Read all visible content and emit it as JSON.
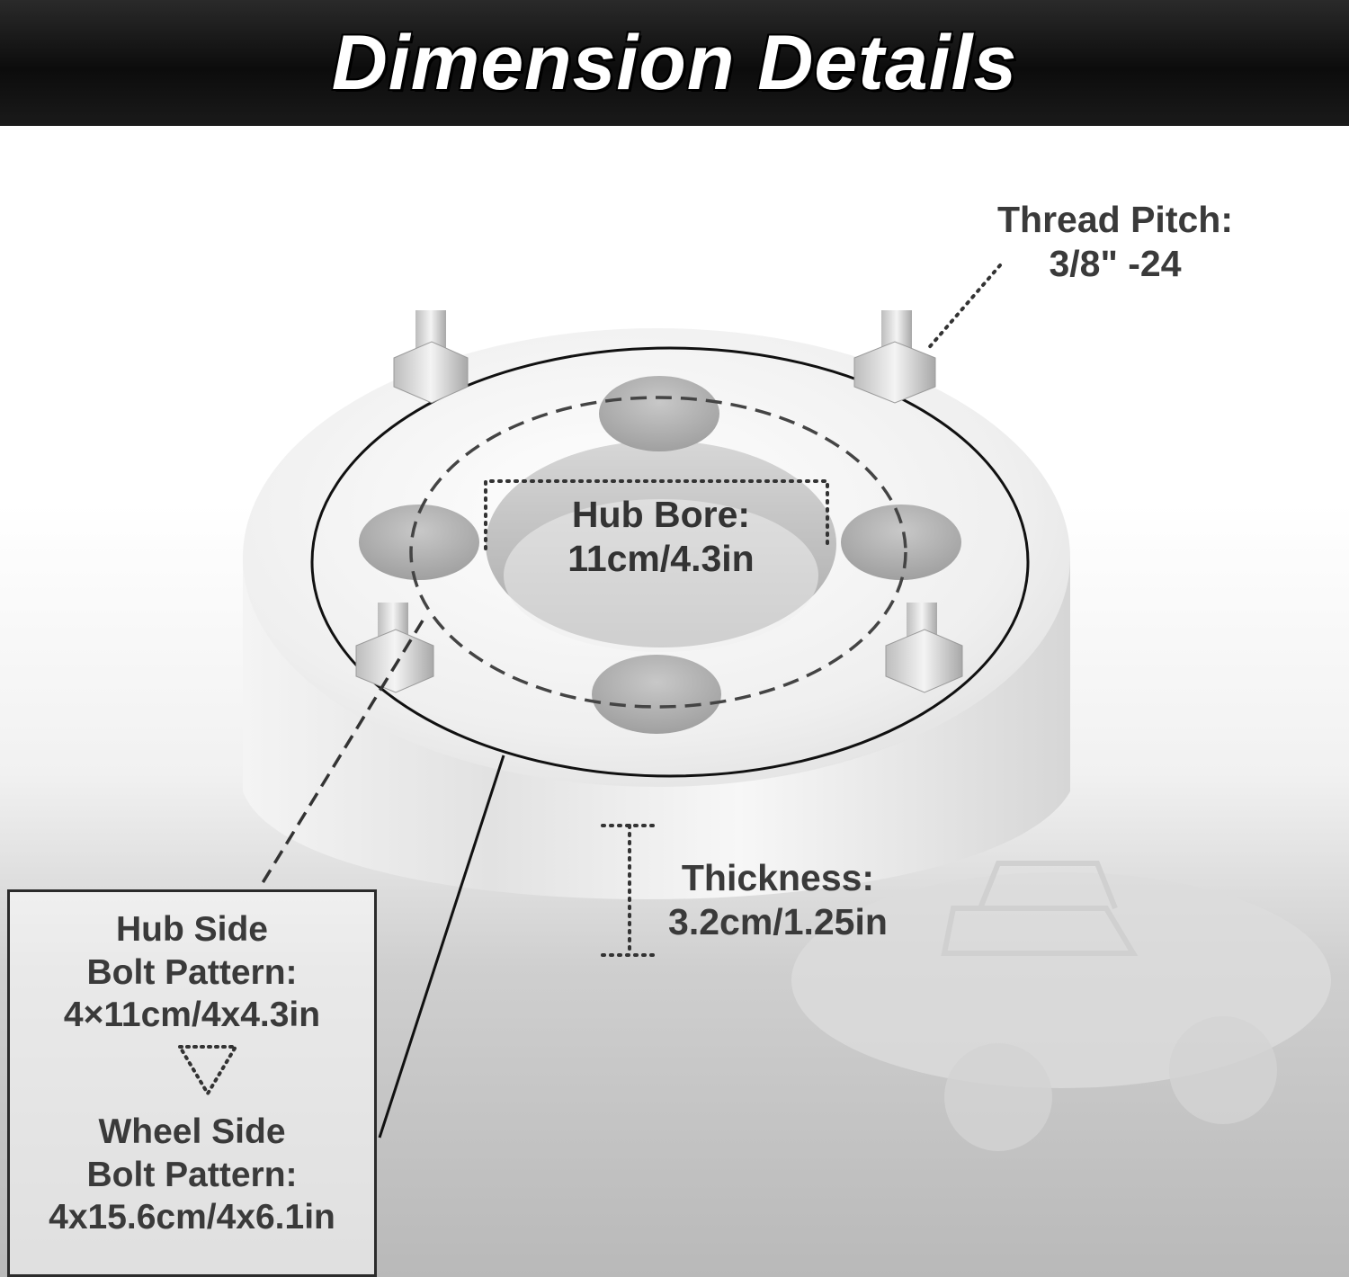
{
  "banner": {
    "title": "Dimension Details"
  },
  "thread_pitch": {
    "line1": "Thread Pitch:",
    "line2": "3/8\" -24"
  },
  "hub_bore": {
    "line1": "Hub Bore:",
    "line2": "11cm/4.3in"
  },
  "thickness": {
    "line1": "Thickness:",
    "line2": "3.2cm/1.25in"
  },
  "hub_side": {
    "line1": "Hub Side",
    "line2": "Bolt Pattern:",
    "line3": "4×11cm/4x4.3in"
  },
  "wheel_side": {
    "line1": "Wheel Side",
    "line2": "Bolt Pattern:",
    "line3": "4x15.6cm/4x6.1in"
  },
  "colors": {
    "banner": "#111111",
    "metal": "#e6e6e6",
    "label_text": "#3a3a3a"
  }
}
